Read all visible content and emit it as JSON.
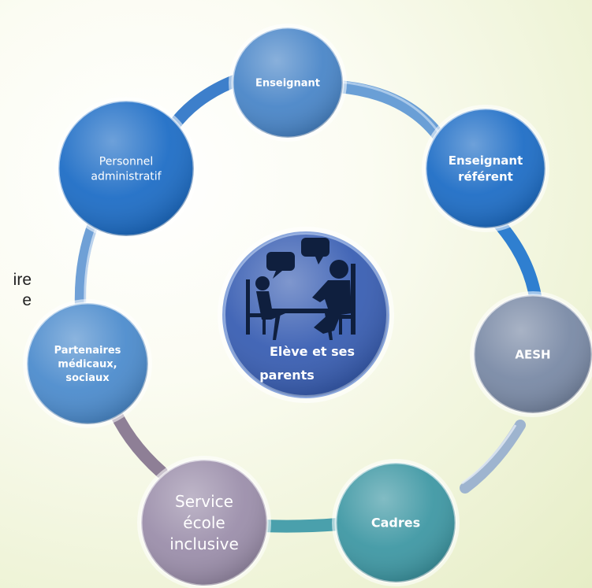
{
  "diagram": {
    "center": {
      "label_line1": "Elève et ses",
      "label_line2": "parents",
      "icon": "conversation-icon",
      "color": "#3a5fb3"
    },
    "nodes": [
      {
        "id": "enseignant",
        "lines": [
          "Enseignant"
        ],
        "color": "#4a86c8"
      },
      {
        "id": "enseignant-referent",
        "lines": [
          "Enseignant",
          "référent"
        ],
        "color": "#1f6ec6"
      },
      {
        "id": "aesh",
        "lines": [
          "AESH"
        ],
        "color": "#7a8aa6"
      },
      {
        "id": "cadres",
        "lines": [
          "Cadres"
        ],
        "color": "#3f98a4"
      },
      {
        "id": "service-ecole-inclusive",
        "lines": [
          "Service",
          "école",
          "inclusive"
        ],
        "color": "#9c8fab"
      },
      {
        "id": "partenaires",
        "lines": [
          "Partenaires",
          "médicaux,",
          "sociaux"
        ],
        "color": "#4d8ccd"
      },
      {
        "id": "personnel-administratif",
        "lines": [
          "Personnel",
          "administratif"
        ],
        "color": "#1f6ec6"
      }
    ],
    "side_text": {
      "line1": "ire",
      "line2": "e"
    }
  }
}
